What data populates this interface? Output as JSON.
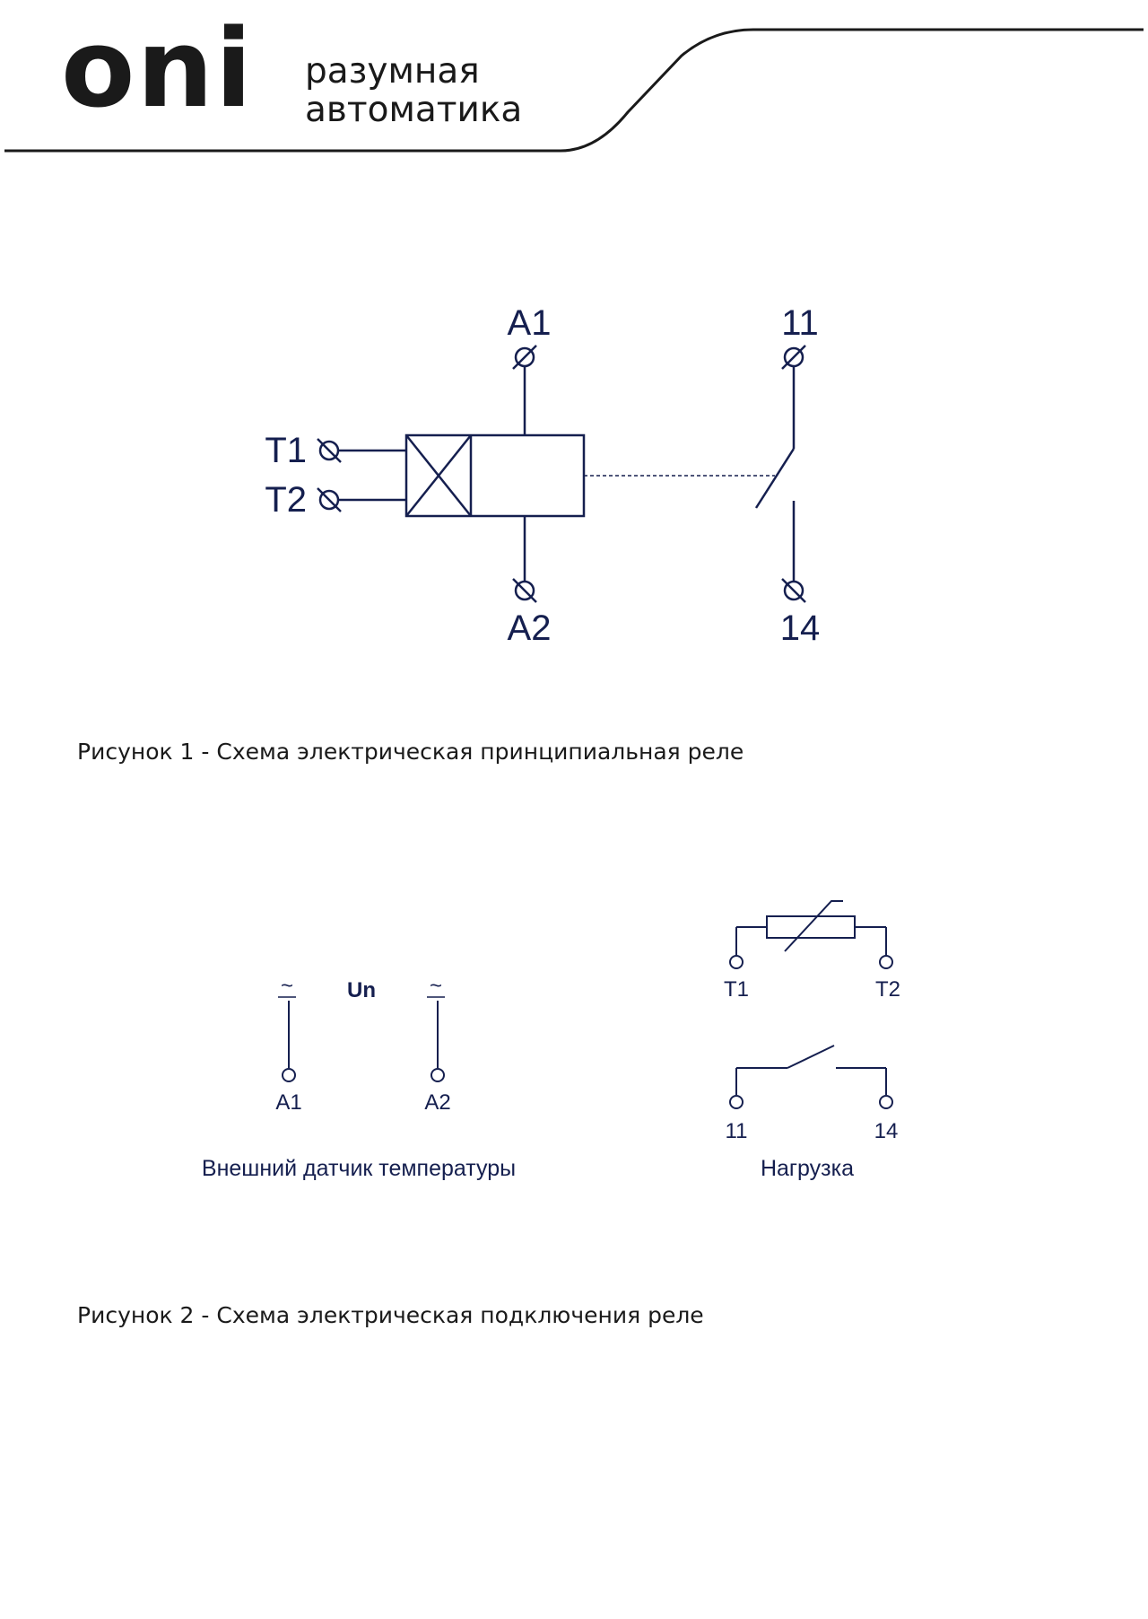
{
  "header": {
    "logo": "oni",
    "tagline_line1": "разумная",
    "tagline_line2": "автоматика"
  },
  "figure1": {
    "terminal_a1": "A1",
    "terminal_a2": "A2",
    "terminal_t1": "T1",
    "terminal_t2": "T2",
    "terminal_11": "11",
    "terminal_14": "14",
    "caption": "Рисунок 1 - Схема электрическая принципиальная реле"
  },
  "figure2": {
    "supply_symbol_left": "~",
    "supply_label": "Un",
    "supply_symbol_right": "~",
    "terminal_a1": "A1",
    "terminal_a2": "A2",
    "sensor_t1": "T1",
    "sensor_t2": "T2",
    "load_11": "11",
    "load_14": "14",
    "label_sensor": "Внешний датчик температуры",
    "label_load": "Нагрузка",
    "caption": "Рисунок 2 - Схема электрическая подключения реле"
  },
  "colors": {
    "ink": "#151f4f",
    "header_ink": "#1a1a1a"
  }
}
